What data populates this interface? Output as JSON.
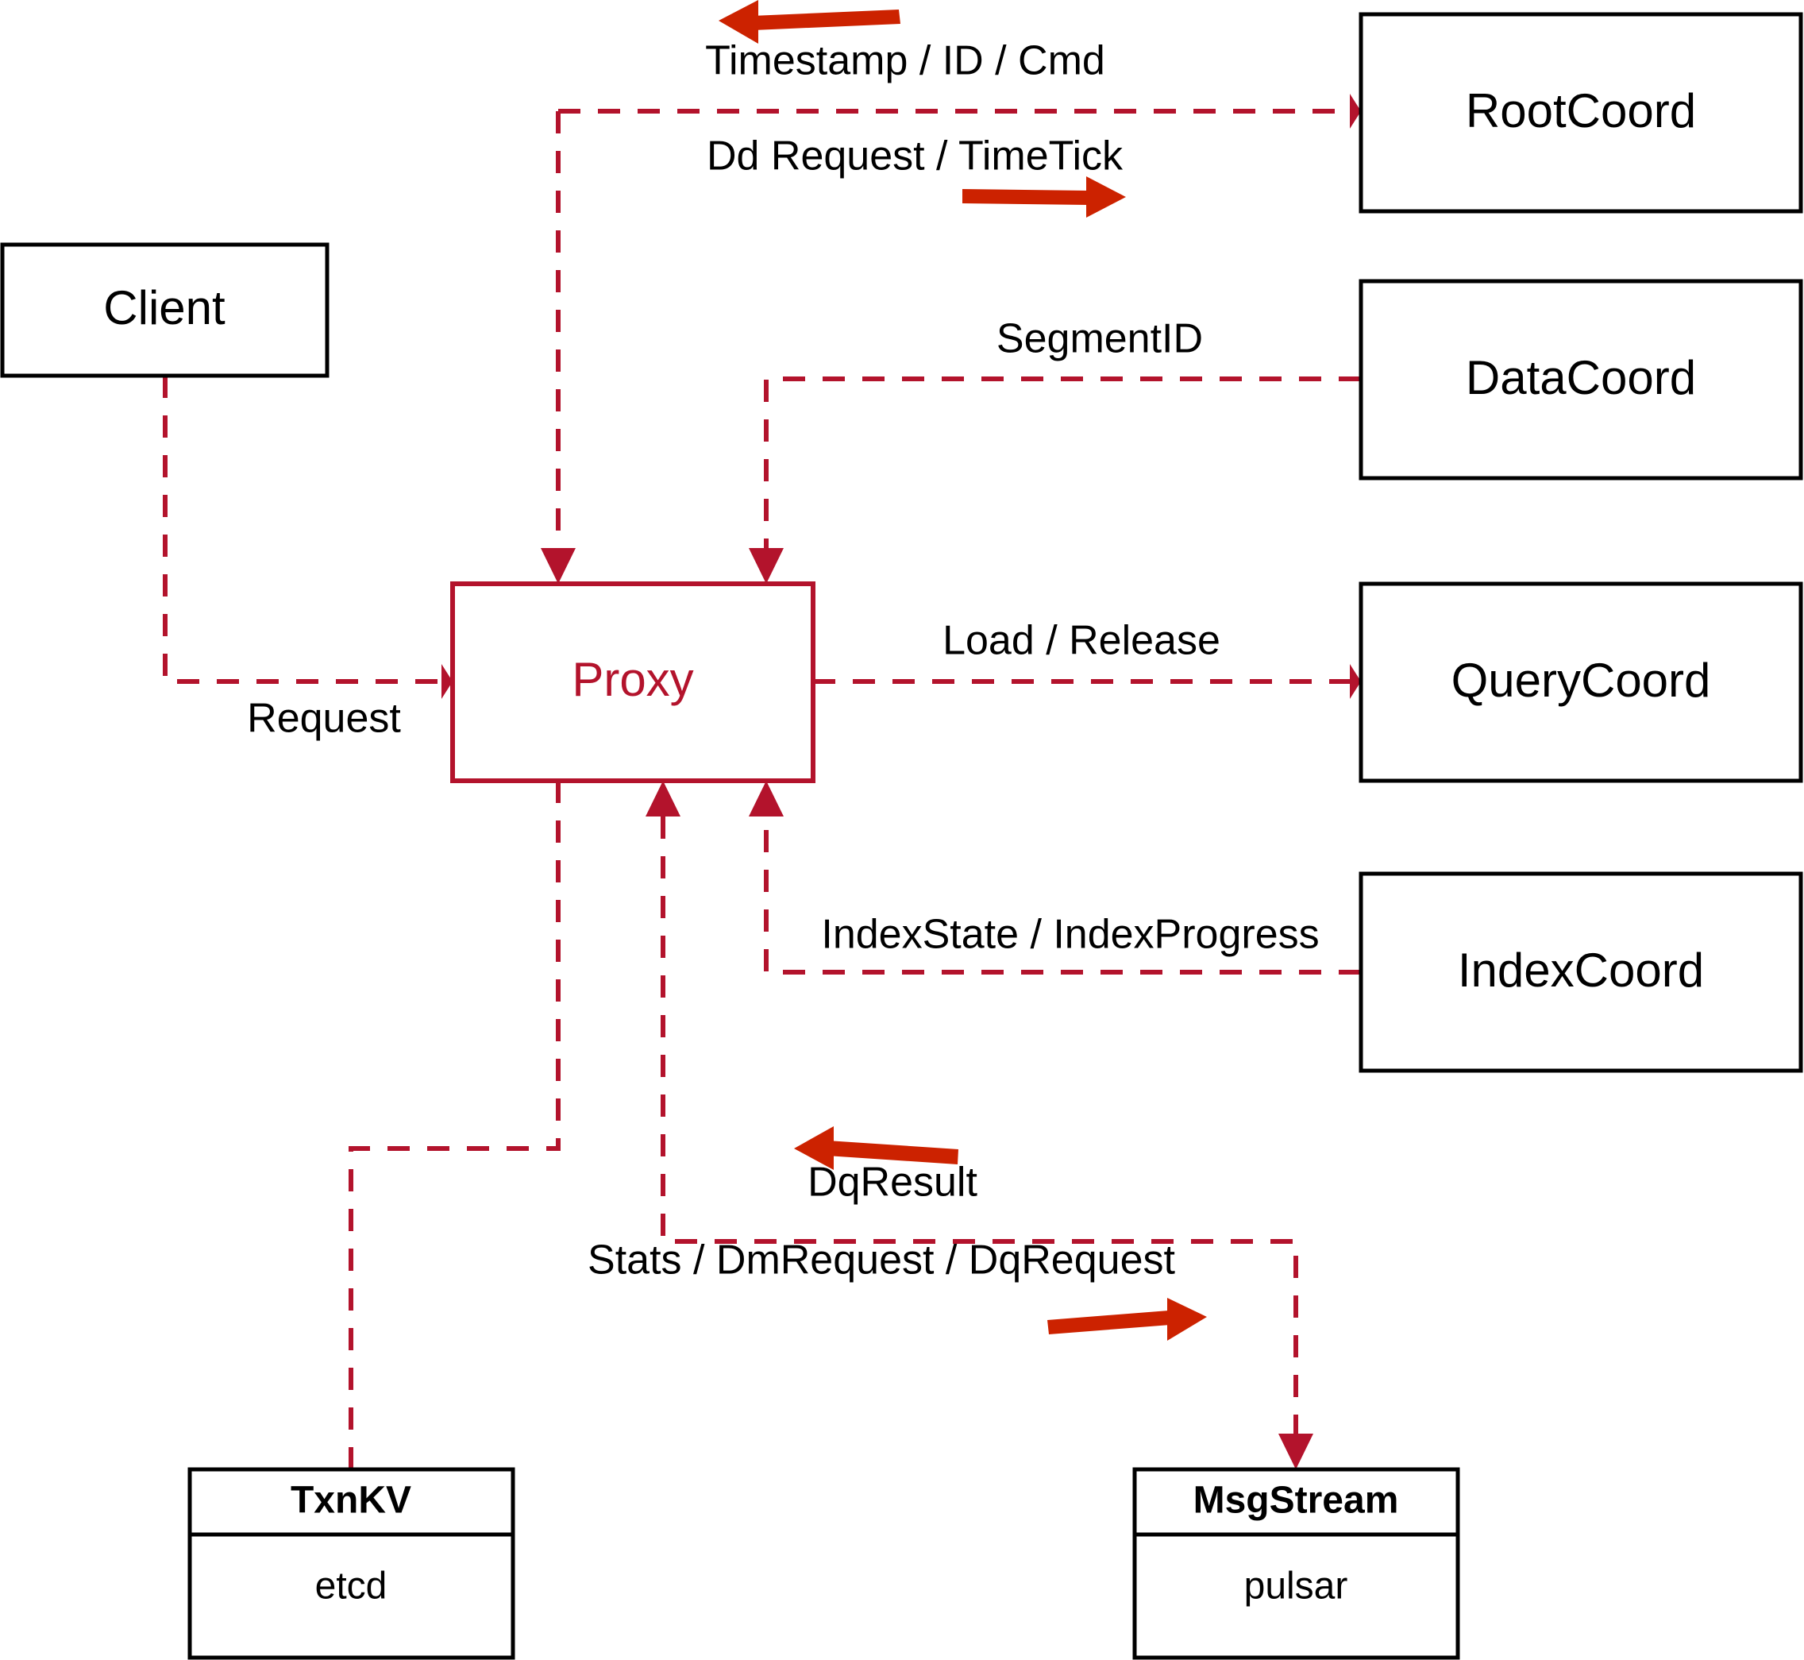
{
  "diagram": {
    "title": "Milvus Proxy architecture",
    "colors": {
      "accent": "#B3132C",
      "arrow": "#CC2200",
      "node_stroke": "#000000",
      "background": "#ffffff"
    },
    "nodes": [
      {
        "id": "client",
        "label": "Client",
        "style": "plain"
      },
      {
        "id": "proxy",
        "label": "Proxy",
        "style": "accent"
      },
      {
        "id": "rootcoord",
        "label": "RootCoord",
        "style": "plain"
      },
      {
        "id": "datacoord",
        "label": "DataCoord",
        "style": "plain"
      },
      {
        "id": "querycoord",
        "label": "QueryCoord",
        "style": "plain"
      },
      {
        "id": "indexcoord",
        "label": "IndexCoord",
        "style": "plain"
      },
      {
        "id": "txnkv",
        "label": "TxnKV",
        "sublabel": "etcd",
        "style": "two-row"
      },
      {
        "id": "msgstream",
        "label": "MsgStream",
        "sublabel": "pulsar",
        "style": "two-row"
      }
    ],
    "edges": [
      {
        "id": "e-rootcoord-in",
        "from": "proxy",
        "to": "rootcoord",
        "label": "Dd Request / TimeTick",
        "direction": "right"
      },
      {
        "id": "e-rootcoord-out",
        "from": "rootcoord",
        "to": "proxy",
        "label": "Timestamp / ID / Cmd",
        "direction": "left"
      },
      {
        "id": "e-datacoord",
        "from": "datacoord",
        "to": "proxy",
        "label": "SegmentID",
        "direction": "left"
      },
      {
        "id": "e-querycoord",
        "from": "proxy",
        "to": "querycoord",
        "label": "Load / Release",
        "direction": "right"
      },
      {
        "id": "e-indexcoord",
        "from": "indexcoord",
        "to": "proxy",
        "label": "IndexState / IndexProgress",
        "direction": "left"
      },
      {
        "id": "e-client",
        "from": "client",
        "to": "proxy",
        "label": "Request",
        "direction": "right"
      },
      {
        "id": "e-msgstream-out",
        "from": "proxy",
        "to": "msgstream",
        "label": "Stats / DmRequest / DqRequest",
        "direction": "right"
      },
      {
        "id": "e-msgstream-in",
        "from": "msgstream",
        "to": "proxy",
        "label": "DqResult",
        "direction": "left"
      },
      {
        "id": "e-txnkv",
        "from": "proxy",
        "to": "txnkv",
        "label": "",
        "direction": "down"
      }
    ],
    "labels": {
      "timestamp_id_cmd": "Timestamp / ID / Cmd",
      "dd_request_timetick": "Dd Request / TimeTick",
      "segment_id": "SegmentID",
      "load_release": "Load / Release",
      "index_state_progress": "IndexState / IndexProgress",
      "request": "Request",
      "dq_result": "DqResult",
      "stats_dm_dq_request": "Stats / DmRequest / DqRequest"
    },
    "node_text": {
      "client": "Client",
      "proxy": "Proxy",
      "rootcoord": "RootCoord",
      "datacoord": "DataCoord",
      "querycoord": "QueryCoord",
      "indexcoord": "IndexCoord",
      "txnkv_title": "TxnKV",
      "txnkv_impl": "etcd",
      "msgstream_title": "MsgStream",
      "msgstream_impl": "pulsar"
    }
  }
}
